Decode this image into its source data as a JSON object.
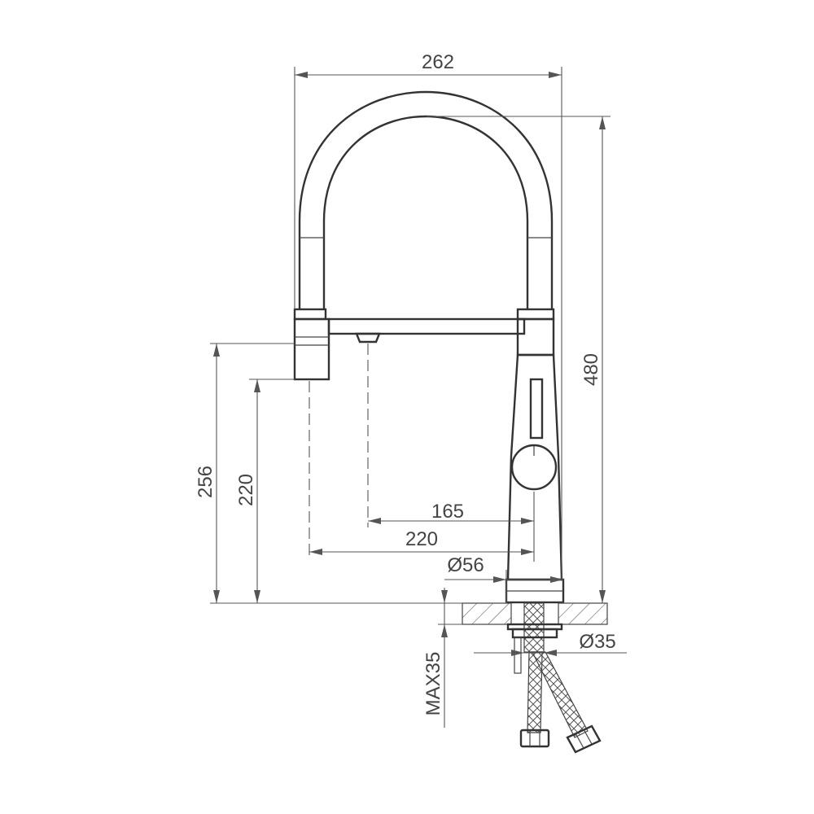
{
  "dimensions": {
    "overall_width": "262",
    "overall_height": "480",
    "outlet_height_max": "256",
    "outlet_height_min": "220",
    "reach_aerator": "165",
    "reach_sprayer": "220",
    "base_diameter": "Ø56",
    "shank_diameter": "Ø35",
    "max_deck_thickness": "MAX35"
  },
  "colors": {
    "line": "#444444",
    "background": "#ffffff"
  }
}
